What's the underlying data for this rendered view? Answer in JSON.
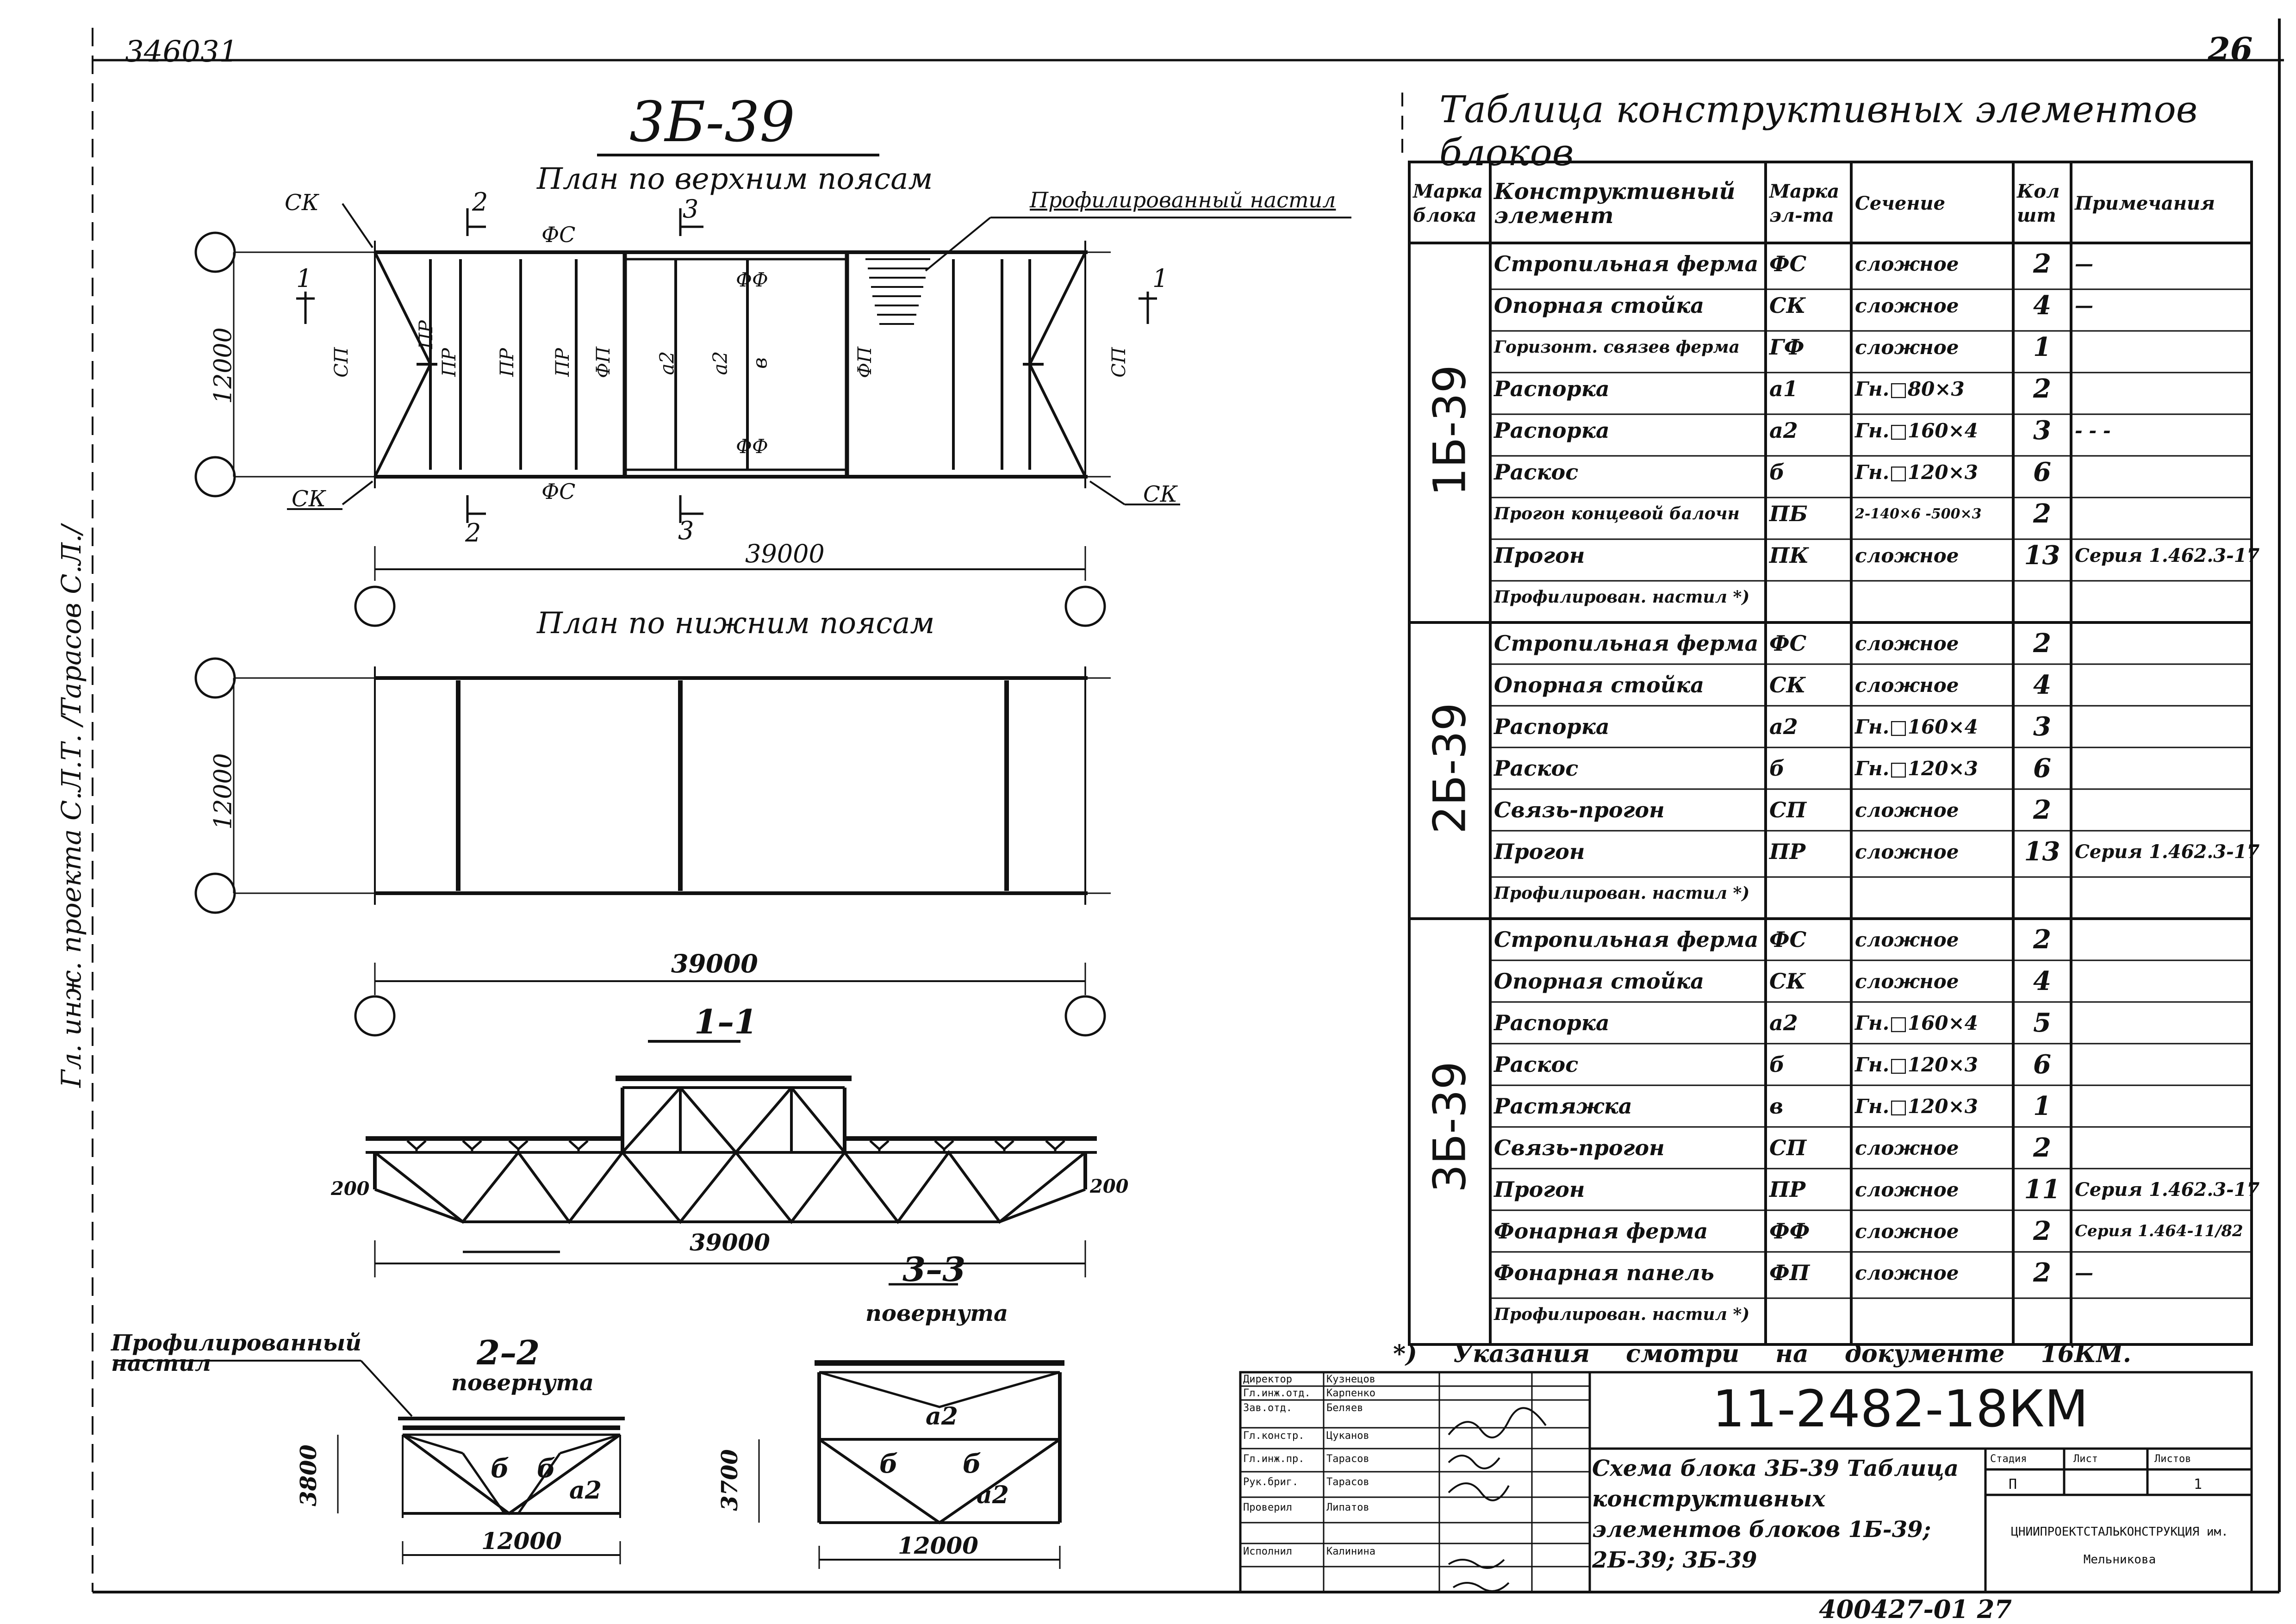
{
  "header": {
    "doc_number_top": "346031",
    "sheet_number": "26",
    "side_annotation": "Гл. инж. проекта С.Л.Т. /Тарасов С.Л./"
  },
  "drawing": {
    "title": "3Б-39",
    "plan_top_title": "План по верхним поясам",
    "plan_bottom_title": "План по нижним поясам",
    "deck_label": "Профилированный настил",
    "span": "39000",
    "width": "12000",
    "labels": {
      "sk": "СК",
      "fs": "ФС",
      "ff": "ФФ",
      "pr": "ПР",
      "sp": "СП",
      "fp": "ФП",
      "a2": "а2",
      "b": "б",
      "v": "в",
      "cut1": "1",
      "cut2": "2",
      "cut3": "3"
    },
    "section_1_title": "1–1",
    "section_1_dim_h": "200",
    "section_1_span": "39000",
    "section_2_title": "2–2",
    "section_2_note": "повернута",
    "section_2_deck": "Профилированный настил",
    "section_2_height": "3800",
    "section_2_width": "12000",
    "section_3_title": "3–3",
    "section_3_note": "повернута",
    "section_3_height": "3700",
    "section_3_width": "12000"
  },
  "table": {
    "title": "Таблица конструктивных элементов блоков",
    "headers": [
      "Марка блока",
      "Конструктивный элемент",
      "Марка эл-та",
      "Сечение",
      "Кол шт",
      "Примечания"
    ],
    "blocks": [
      {
        "mark": "1Б-39",
        "rows": [
          [
            "Стропильная ферма",
            "ФС",
            "сложное",
            "2",
            "—"
          ],
          [
            "Опорная стойка",
            "СК",
            "сложное",
            "4",
            "—"
          ],
          [
            "Горизонт. связев ферма",
            "ГФ",
            "сложное",
            "1",
            ""
          ],
          [
            "Распорка",
            "а1",
            "Гн.□80×3",
            "2",
            ""
          ],
          [
            "Распорка",
            "а2",
            "Гн.□160×4",
            "3",
            "- - -"
          ],
          [
            "Раскос",
            "б",
            "Гн.□120×3",
            "6",
            ""
          ],
          [
            "Прогон концевой балочн",
            "ПБ",
            "2-140×6 -500×3",
            "2",
            ""
          ],
          [
            "Прогон",
            "ПК",
            "сложное",
            "13",
            "Серия 1.462.3-17"
          ],
          [
            "Профилирован. настил *)",
            "",
            "",
            "",
            ""
          ]
        ]
      },
      {
        "mark": "2Б-39",
        "rows": [
          [
            "Стропильная ферма",
            "ФС",
            "сложное",
            "2",
            ""
          ],
          [
            "Опорная стойка",
            "СК",
            "сложное",
            "4",
            ""
          ],
          [
            "Распорка",
            "а2",
            "Гн.□160×4",
            "3",
            ""
          ],
          [
            "Раскос",
            "б",
            "Гн.□120×3",
            "6",
            ""
          ],
          [
            "Связь-прогон",
            "СП",
            "сложное",
            "2",
            ""
          ],
          [
            "Прогон",
            "ПР",
            "сложное",
            "13",
            "Серия 1.462.3-17"
          ],
          [
            "Профилирован. настил *)",
            "",
            "",
            "",
            ""
          ]
        ]
      },
      {
        "mark": "3Б-39",
        "rows": [
          [
            "Стропильная ферма",
            "ФС",
            "сложное",
            "2",
            ""
          ],
          [
            "Опорная стойка",
            "СК",
            "сложное",
            "4",
            ""
          ],
          [
            "Распорка",
            "а2",
            "Гн.□160×4",
            "5",
            ""
          ],
          [
            "Раскос",
            "б",
            "Гн.□120×3",
            "6",
            ""
          ],
          [
            "Растяжка",
            "в",
            "Гн.□120×3",
            "1",
            ""
          ],
          [
            "Связь-прогон",
            "СП",
            "сложное",
            "2",
            ""
          ],
          [
            "Прогон",
            "ПР",
            "сложное",
            "11",
            "Серия 1.462.3-17"
          ],
          [
            "Фонарная ферма",
            "ФФ",
            "сложное",
            "2",
            "Серия 1.464-11/82"
          ],
          [
            "Фонарная панель",
            "ФП",
            "сложное",
            "2",
            "—"
          ],
          [
            "Профилирован. настил *)",
            "",
            "",
            "",
            ""
          ]
        ]
      }
    ],
    "footnote": "*) Указания смотри на документе 16КМ."
  },
  "stamp": {
    "code": "11-2482-18КМ",
    "description": "Схема блока 3Б-39 Таблица конструктивных элементов блоков 1Б-39; 2Б-39; 3Б-39",
    "roles": [
      "Директор",
      "Гл.инж.отд.",
      "Зав.отд.",
      "Гл.констр.",
      "Гл.инж.пр.",
      "Рук.бриг.",
      "Проверил",
      "Исполнил"
    ],
    "names": [
      "Кузнецов",
      "Карпенко",
      "Беляев",
      "Цуканов",
      "Тарасов",
      "Тарасов",
      "Липатов",
      "Калинина"
    ],
    "stage_label": "Стадия",
    "sheet_label": "Лист",
    "sheets_label": "Листов",
    "stage_value": "П",
    "sheet_value": "1",
    "org": "ЦНИИПРОЕКТСТАЛЬКОНСТРУКЦИЯ им. Мельникова",
    "inventory": "400427-01  27"
  }
}
